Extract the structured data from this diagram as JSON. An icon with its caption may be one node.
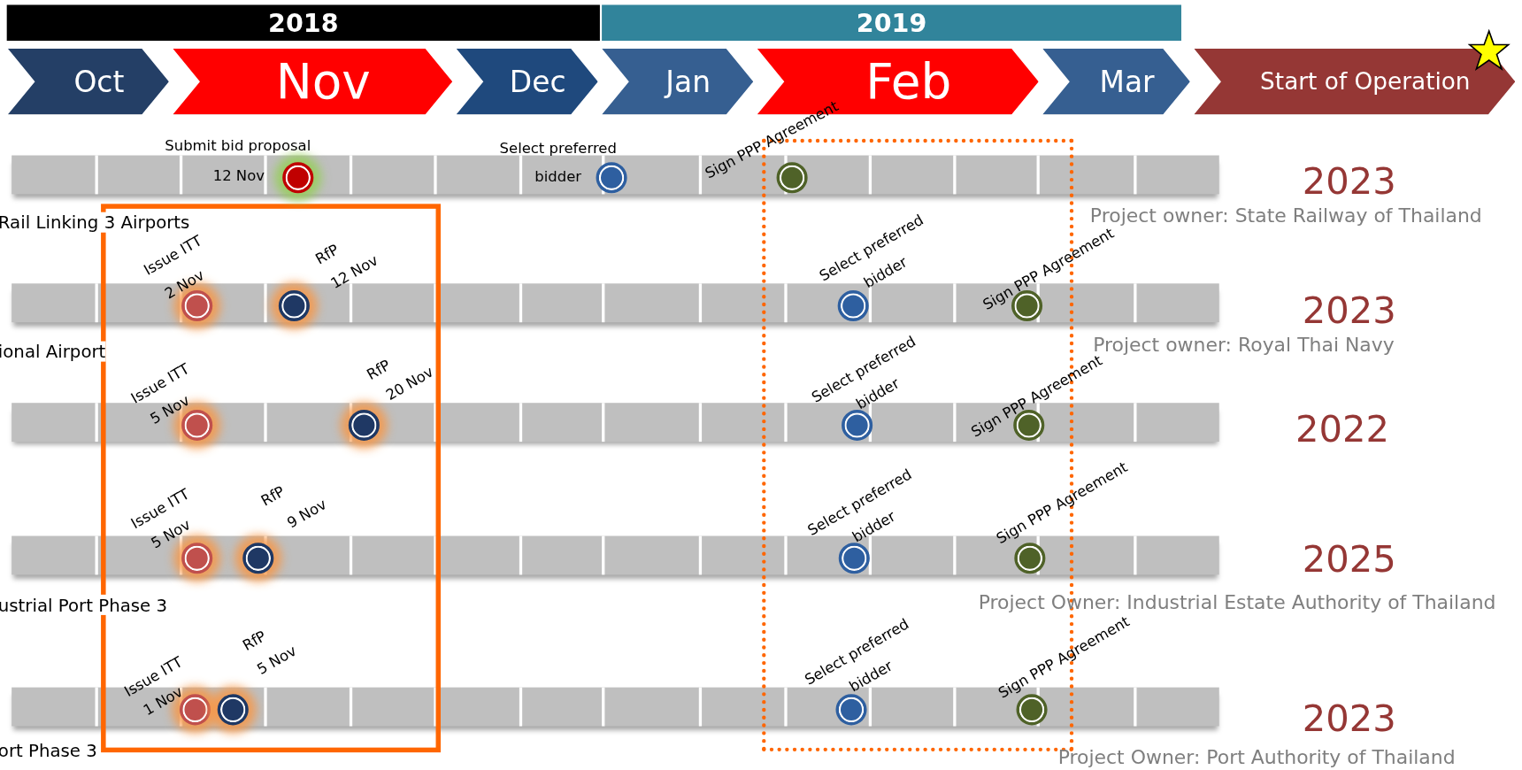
{
  "diagram": {
    "nodes": [
      {
        "text": [
          "2018"
        ]
      },
      {
        "text": [
          "2019"
        ]
      },
      {
        "text": [
          "Oct"
        ]
      },
      {
        "text": [
          "Nov"
        ]
      },
      {
        "text": [
          "Dec"
        ]
      },
      {
        "text": [
          "Jan"
        ]
      },
      {
        "text": [
          "Feb"
        ]
      },
      {
        "text": [
          "Mar"
        ]
      },
      {
        "text": [
          "Start of Operation"
        ]
      },
      {
        "text": [],
        "shape": "bar"
      },
      {
        "text": [],
        "shape": "circle",
        "in": 9,
        "beside": [
          "Submit bid proposal",
          "12 Nov"
        ]
      },
      {
        "text": [],
        "shape": "circle",
        "in": 9,
        "beside": [
          "Select preferred bidder"
        ]
      },
      {
        "text": [],
        "shape": "circle",
        "in": 9,
        "beside": [
          "Sign PPP Agreement"
        ]
      },
      {
        "text": [],
        "shape": "bar"
      },
      {
        "text": [],
        "shape": "circle",
        "in": 13,
        "beside": [
          "Issue ITT",
          "2 Nov"
        ]
      },
      {
        "text": [],
        "shape": "circle",
        "in": 13,
        "beside": [
          "RfP",
          "12 Nov"
        ]
      },
      {
        "text": [],
        "shape": "circle",
        "in": 13,
        "beside": [
          "Select preferred bidder"
        ]
      },
      {
        "text": [],
        "shape": "circle",
        "in": 13,
        "beside": [
          "Sign PPP Agreement"
        ]
      },
      {
        "text": [],
        "shape": "bar"
      },
      {
        "text": [],
        "shape": "circle",
        "in": 18,
        "beside": [
          "Issue ITT",
          "5 Nov"
        ]
      },
      {
        "text": [],
        "shape": "circle",
        "in": 18,
        "beside": [
          "RfP",
          "20 Nov"
        ]
      },
      {
        "text": [],
        "shape": "circle",
        "in": 18,
        "beside": [
          "Select preferred bidder"
        ]
      },
      {
        "text": [],
        "shape": "circle",
        "in": 18,
        "beside": [
          "Sign PPP Agreement"
        ]
      },
      {
        "text": [],
        "shape": "bar"
      },
      {
        "text": [],
        "shape": "circle",
        "in": 23,
        "beside": [
          "Issue ITT",
          "5 Nov"
        ]
      },
      {
        "text": [],
        "shape": "circle",
        "in": 23,
        "beside": [
          "RfP",
          "9 Nov"
        ]
      },
      {
        "text": [],
        "shape": "circle",
        "in": 23,
        "beside": [
          "Select preferred bidder"
        ]
      },
      {
        "text": [],
        "shape": "circle",
        "in": 23,
        "beside": [
          "Sign PPP Agreement"
        ]
      },
      {
        "text": [],
        "shape": "bar"
      },
      {
        "text": [],
        "shape": "circle",
        "in": 28,
        "beside": [
          "Issue ITT",
          "1 Nov"
        ]
      },
      {
        "text": [],
        "shape": "circle",
        "in": 28,
        "beside": [
          "RfP",
          "5 Nov"
        ]
      },
      {
        "text": [],
        "shape": "circle",
        "in": 28,
        "beside": [
          "Select preferred bidder"
        ]
      },
      {
        "text": [],
        "shape": "circle",
        "in": 28,
        "beside": [
          "Sign PPP Agreement"
        ]
      }
    ],
    "labels": [
      "2023",
      "Project owner: State Railway of Thailand",
      "Rail Linking 3 Airports",
      "2023",
      "Project owner: Royal Thai Navy",
      "ional Airport",
      "2022",
      "2025",
      "Project Owner: Industrial Estate Authority of Thailand",
      "ustrial Port Phase 3",
      "2023",
      "Project Owner: Port Authority of Thailand",
      "ort Phase 3"
    ]
  }
}
